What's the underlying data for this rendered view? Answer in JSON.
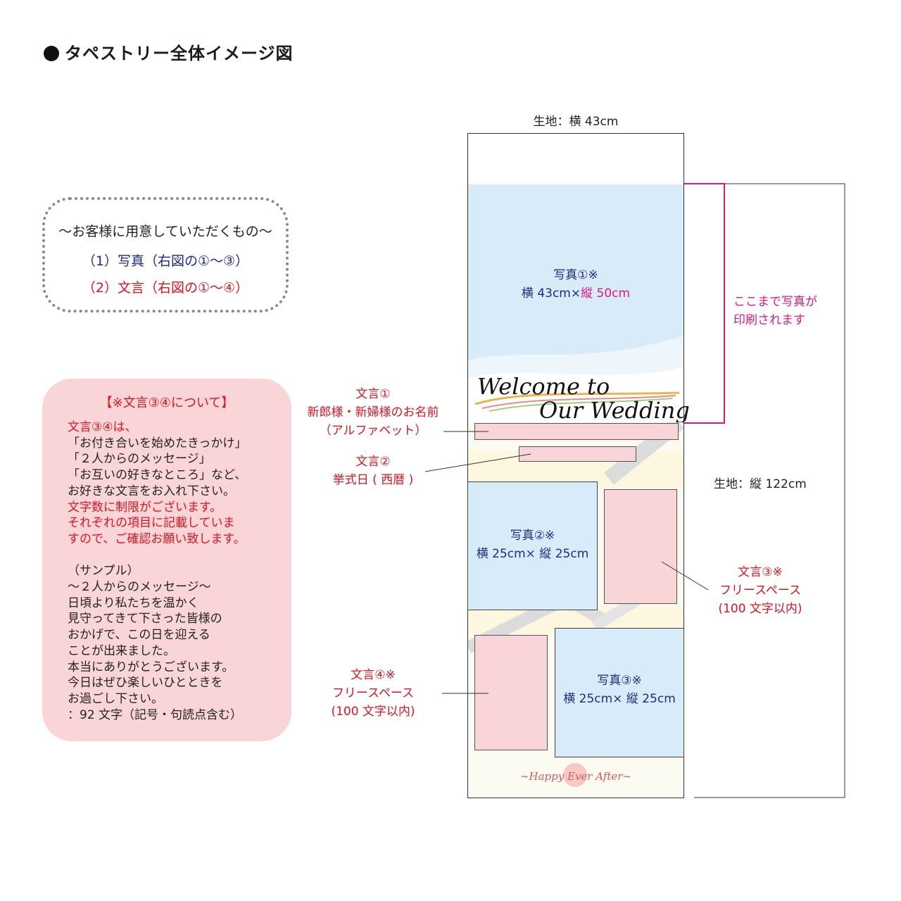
{
  "title": "タペストリー全体イメージ図",
  "prep": {
    "heading": "〜お客様に用意していただくもの〜",
    "item1": "（1）写真（右図の①〜③）",
    "item2": "（2）文言（右図の①〜④）"
  },
  "notes": {
    "heading": "【※文言③④について】",
    "lines": [
      {
        "text": "文言③④は、",
        "color": "red"
      },
      {
        "text": "「お付き合いを始めたきっかけ」",
        "color": "black"
      },
      {
        "text": "「２人からのメッセージ」",
        "color": "black"
      },
      {
        "text": "「お互いの好きなところ」など、",
        "color": "black"
      },
      {
        "text": "お好きな文言をお入れ下さい。",
        "color": "black"
      },
      {
        "text": "文字数に制限がございます。",
        "color": "red"
      },
      {
        "text": "それぞれの項目に記載していま",
        "color": "red"
      },
      {
        "text": "すので、ご確認お願い致します。",
        "color": "red"
      },
      {
        "text": "",
        "color": "black"
      },
      {
        "text": "（サンプル）",
        "color": "black"
      },
      {
        "text": "〜２人からのメッセージ〜",
        "color": "black"
      },
      {
        "text": "日頃より私たちを温かく",
        "color": "black"
      },
      {
        "text": "見守ってきて下さった皆様の",
        "color": "black"
      },
      {
        "text": "おかげで、この日を迎える",
        "color": "black"
      },
      {
        "text": "ことが出来ました。",
        "color": "black"
      },
      {
        "text": "本当にありがとうございます。",
        "color": "black"
      },
      {
        "text": "今日はぜひ楽しいひとときを",
        "color": "black"
      },
      {
        "text": "お過ごし下さい。",
        "color": "black"
      },
      {
        "text": "：92 文字（記号・句読点含む）",
        "color": "black"
      }
    ]
  },
  "dims": {
    "width_label": "生地：横 43cm",
    "height_label": "生地：縦 122cm"
  },
  "print_note": {
    "line1": "ここまで写真が",
    "line2": "印刷されます"
  },
  "photo1": {
    "name": "写真①※",
    "size_a": "横 43cm×",
    "size_b": "縦 50cm"
  },
  "photo2": {
    "name": "写真②※",
    "size": "横 25cm× 縦 25cm"
  },
  "photo3": {
    "name": "写真③※",
    "size": "横 25cm× 縦 25cm"
  },
  "banner": {
    "line1": "Welcome to",
    "line2": "Our Wedding"
  },
  "footer_script": "~Happy Ever After~",
  "text1": {
    "name": "文言①",
    "line1": "新郎様・新婦様のお名前",
    "line2": "（アルファベット）"
  },
  "text2": {
    "name": "文言②",
    "line1": "挙式日 ( 西暦 )"
  },
  "text3": {
    "name": "文言③※",
    "line1": "フリースペース",
    "line2": "(100 文字以内)"
  },
  "text4": {
    "name": "文言④※",
    "line1": "フリースペース",
    "line2": "(100 文字以内)"
  },
  "colors": {
    "photo_bg": "#d7ebf8",
    "text_bg": "#f9d5d8",
    "navy": "#1f2b8c",
    "red": "#e0141f",
    "magenta": "#e0197c"
  }
}
